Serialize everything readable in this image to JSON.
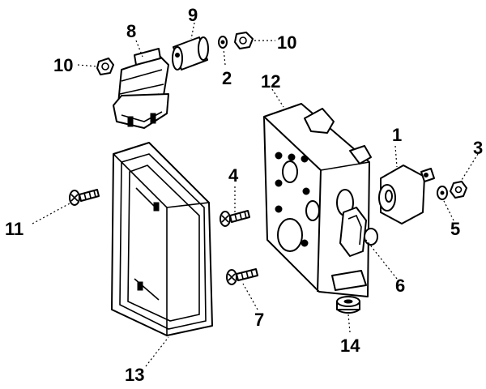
{
  "diagram": {
    "type": "exploded-parts-view",
    "callouts": [
      {
        "key": "c1",
        "label": "1"
      },
      {
        "key": "c2",
        "label": "2"
      },
      {
        "key": "c3",
        "label": "3"
      },
      {
        "key": "c4",
        "label": "4"
      },
      {
        "key": "c5",
        "label": "5"
      },
      {
        "key": "c6",
        "label": "6"
      },
      {
        "key": "c7",
        "label": "7"
      },
      {
        "key": "c8",
        "label": "8"
      },
      {
        "key": "c9",
        "label": "9"
      },
      {
        "key": "c10a",
        "label": "10"
      },
      {
        "key": "c10b",
        "label": "10"
      },
      {
        "key": "c11",
        "label": "11"
      },
      {
        "key": "c12",
        "label": "12"
      },
      {
        "key": "c13",
        "label": "13"
      },
      {
        "key": "c14",
        "label": "14"
      }
    ]
  }
}
